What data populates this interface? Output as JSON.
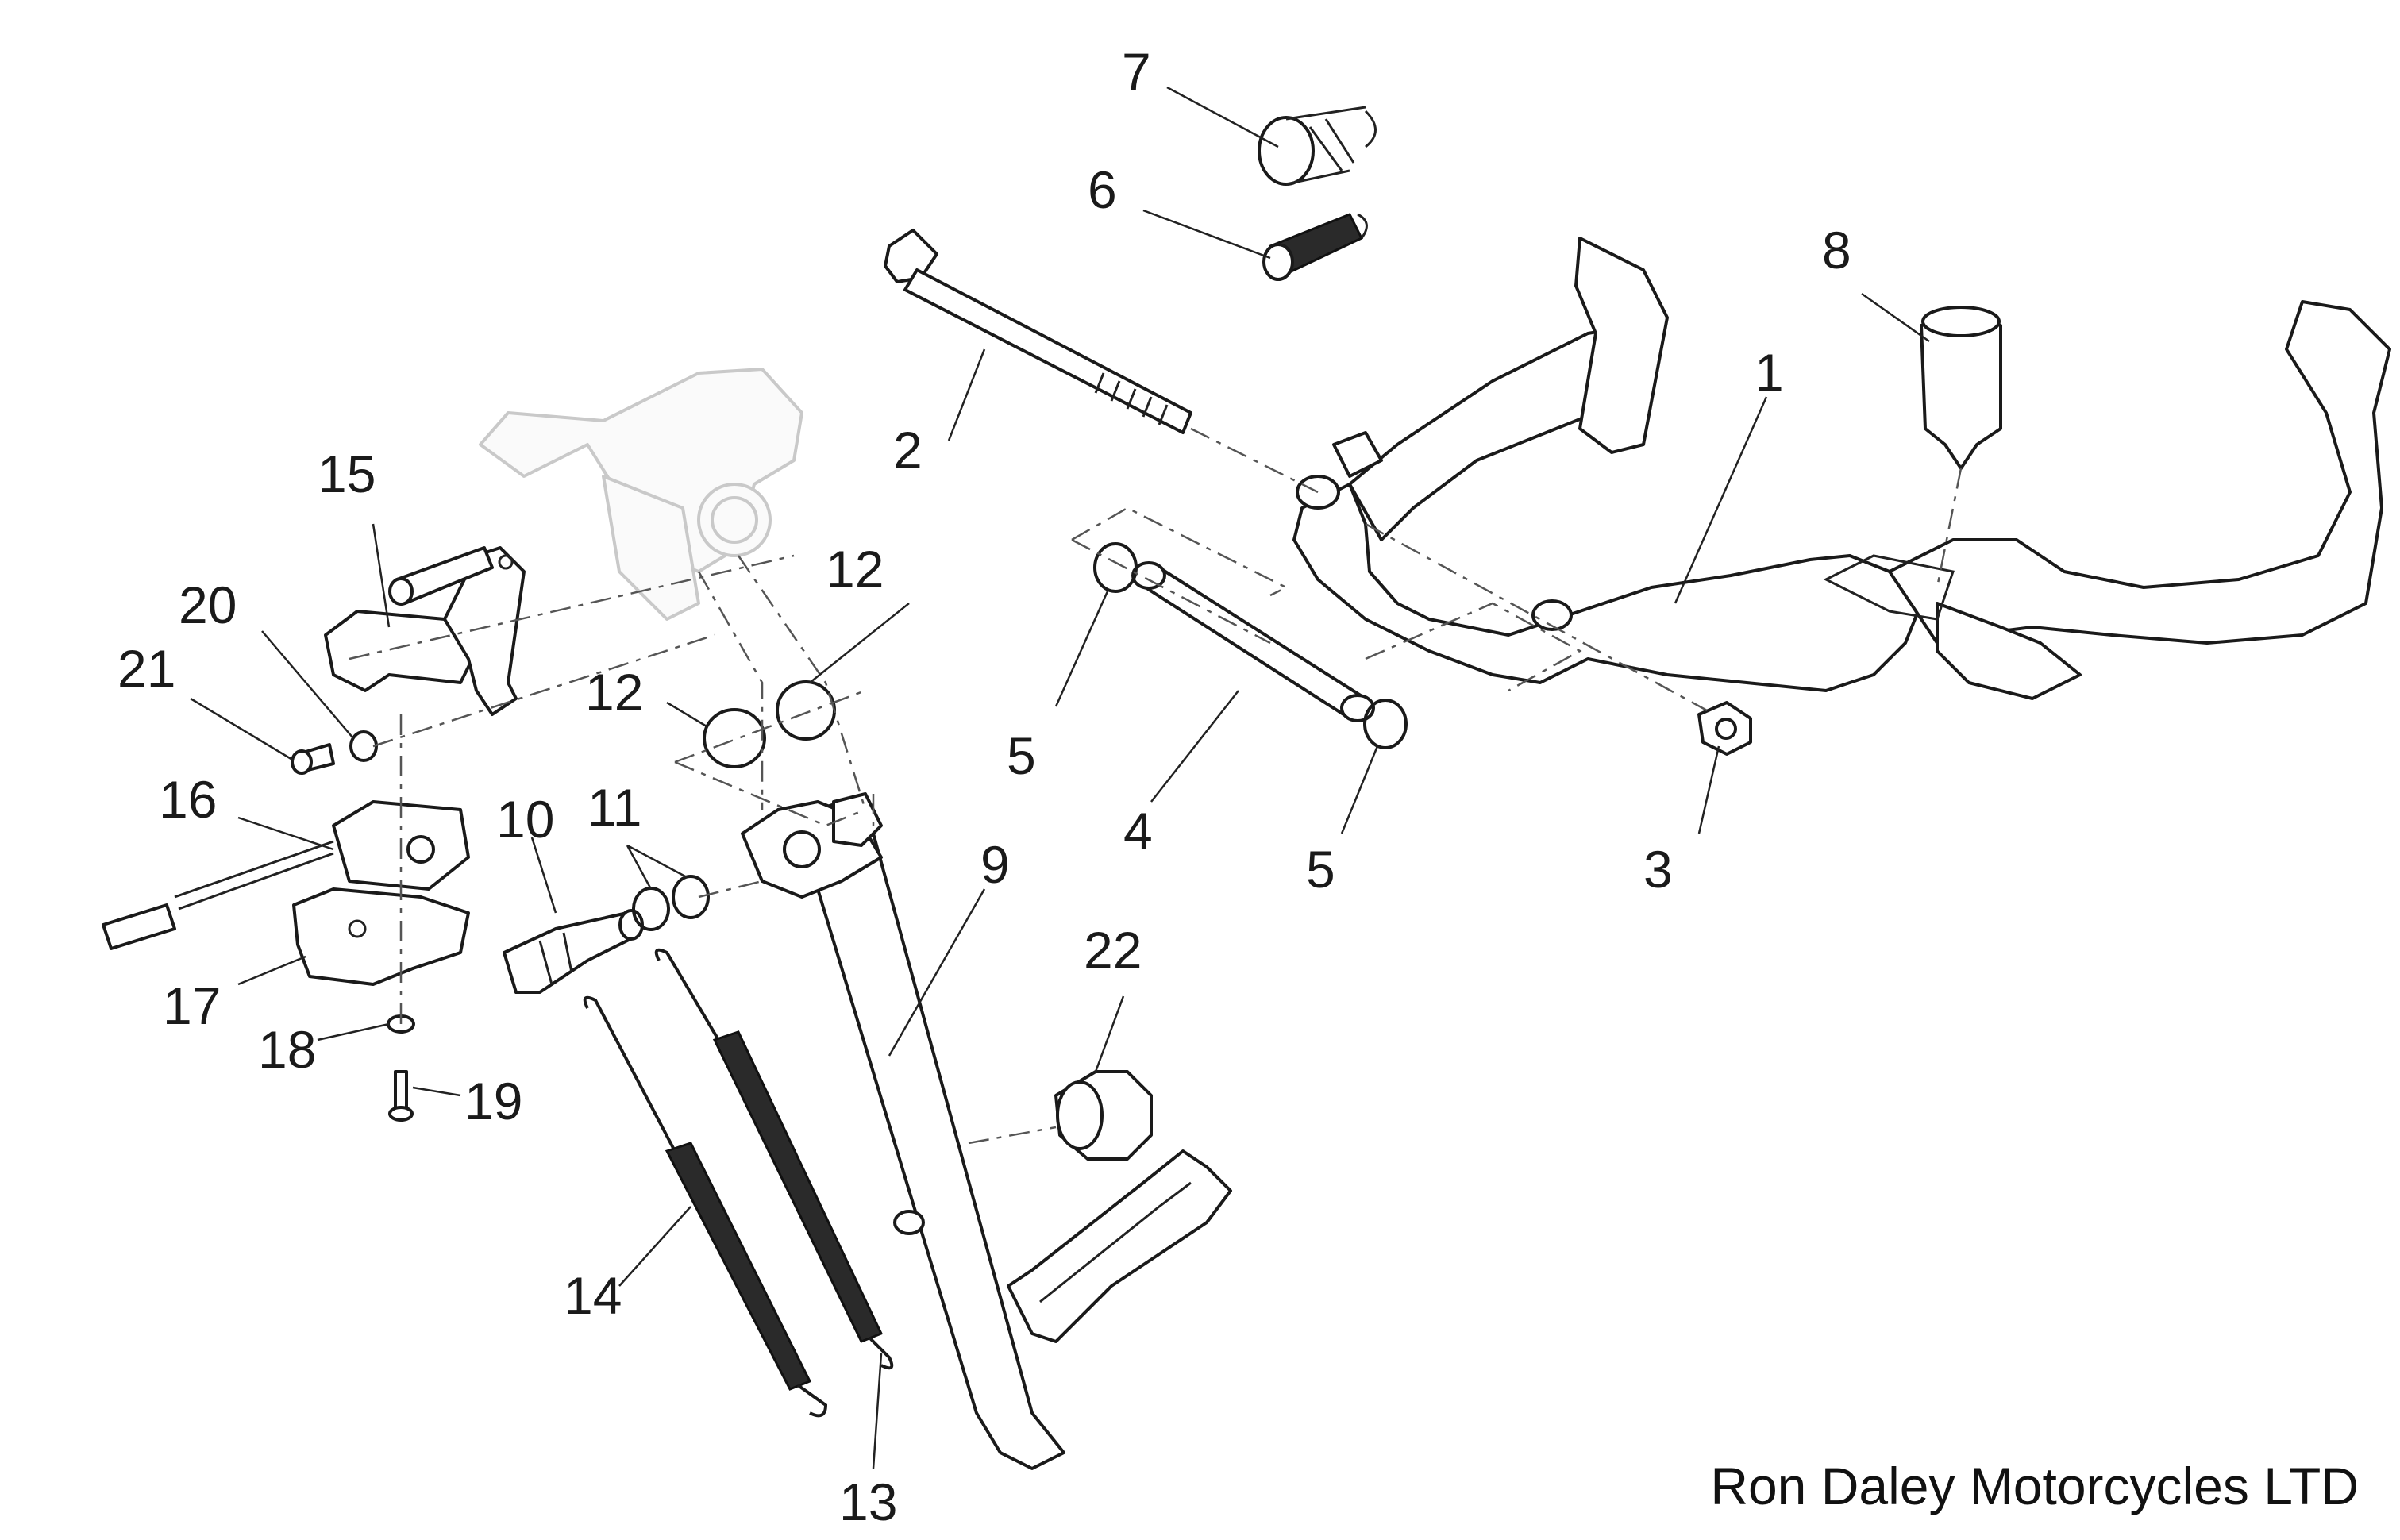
{
  "diagram": {
    "parts": [
      {
        "id": "1",
        "label": "1"
      },
      {
        "id": "2",
        "label": "2"
      },
      {
        "id": "3",
        "label": "3"
      },
      {
        "id": "4",
        "label": "4"
      },
      {
        "id": "5a",
        "label": "5"
      },
      {
        "id": "5b",
        "label": "5"
      },
      {
        "id": "6",
        "label": "6"
      },
      {
        "id": "7",
        "label": "7"
      },
      {
        "id": "8",
        "label": "8"
      },
      {
        "id": "9",
        "label": "9"
      },
      {
        "id": "10",
        "label": "10"
      },
      {
        "id": "11",
        "label": "11"
      },
      {
        "id": "12a",
        "label": "12"
      },
      {
        "id": "12b",
        "label": "12"
      },
      {
        "id": "13",
        "label": "13"
      },
      {
        "id": "14",
        "label": "14"
      },
      {
        "id": "15",
        "label": "15"
      },
      {
        "id": "16",
        "label": "16"
      },
      {
        "id": "17",
        "label": "17"
      },
      {
        "id": "18",
        "label": "18"
      },
      {
        "id": "19",
        "label": "19"
      },
      {
        "id": "20",
        "label": "20"
      },
      {
        "id": "21",
        "label": "21"
      },
      {
        "id": "22",
        "label": "22"
      }
    ]
  },
  "watermark": "Ron Daley Motorcycles LTD",
  "colors": {
    "line": "#1a1a1a",
    "ghost": "#c9c9c9",
    "background": "#ffffff"
  }
}
